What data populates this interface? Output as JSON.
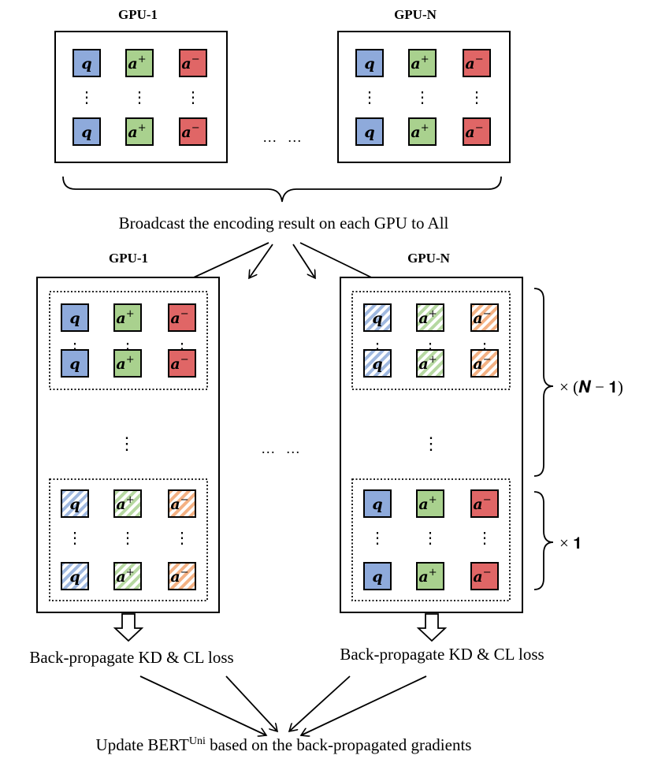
{
  "colors": {
    "q": "#8eaadb",
    "a_pos": "#a9d18e",
    "a_neg": "#e06666",
    "q_hatch": "#9fb8e0",
    "a_pos_hatch": "#b6d8a1",
    "a_neg_hatch": "#f4b183",
    "stroke": "#000000",
    "background": "#ffffff"
  },
  "symbols": {
    "q": "q",
    "a": "a",
    "pos": "+",
    "neg": "−",
    "vdots": "⋮",
    "hdots": "…   …"
  },
  "top": {
    "gpu1_label": "GPU-1",
    "gpun_label": "GPU-N",
    "broadcast_text": "Broadcast the encoding result on each GPU to All"
  },
  "bottom": {
    "gpu1_label": "GPU-1",
    "gpun_label": "GPU-N",
    "multiplier_n1": "× (𝑵 − 𝟏)",
    "multiplier_1": "× 𝟏",
    "backprop_left": "Back-propagate KD & CL loss",
    "backprop_right": "Back-propagate KD & CL loss",
    "update_prefix": "Update BERT",
    "update_sup": "Uni",
    "update_suffix": " based on the back-propagated gradients"
  }
}
